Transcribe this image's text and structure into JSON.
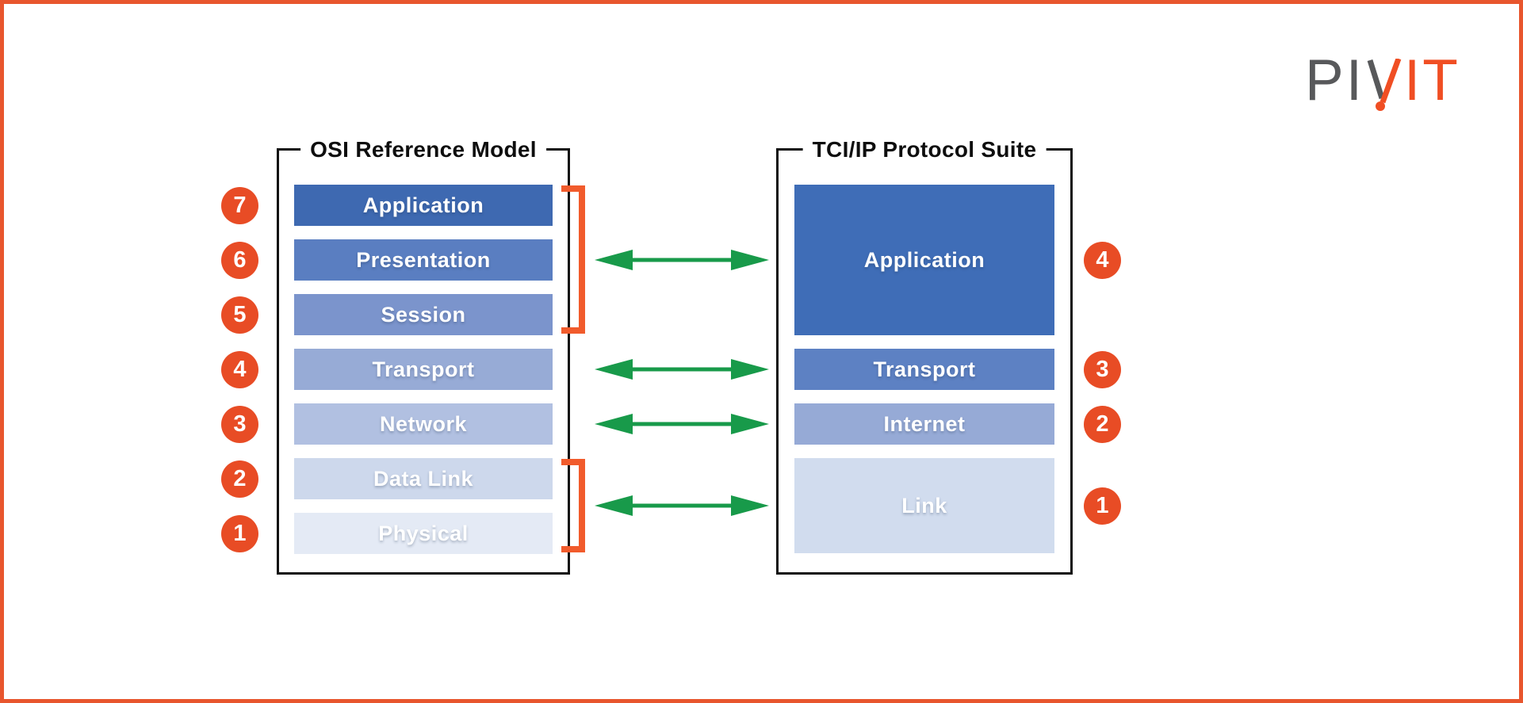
{
  "frame": {
    "border_color": "#e8562e",
    "background": "#ffffff"
  },
  "logo": {
    "left_text": "PI",
    "right_text": "IT",
    "gray_color": "#58595b",
    "accent_color": "#f04e23"
  },
  "accent": {
    "badge_color": "#e84c25",
    "bracket_color": "#f15b2c",
    "arrow_color": "#189a4a",
    "box_border_color": "#111111",
    "title_color": "#0e0e0e"
  },
  "osi": {
    "title": "OSI Reference Model",
    "layers": [
      {
        "num": "7",
        "label": "Application",
        "color": "#3e69b1"
      },
      {
        "num": "6",
        "label": "Presentation",
        "color": "#5a7ec1"
      },
      {
        "num": "5",
        "label": "Session",
        "color": "#7b94cc"
      },
      {
        "num": "4",
        "label": "Transport",
        "color": "#97abd6"
      },
      {
        "num": "3",
        "label": "Network",
        "color": "#b1c0e1"
      },
      {
        "num": "2",
        "label": "Data Link",
        "color": "#cdd8ec"
      },
      {
        "num": "1",
        "label": "Physical",
        "color": "#e4eaf5"
      }
    ]
  },
  "tcpip": {
    "title": "TCI/IP Protocol Suite",
    "layers": [
      {
        "num": "4",
        "label": "Application",
        "color": "#3f6db7"
      },
      {
        "num": "3",
        "label": "Transport",
        "color": "#5d81c3"
      },
      {
        "num": "2",
        "label": "Internet",
        "color": "#96aad6"
      },
      {
        "num": "1",
        "label": "Link",
        "color": "#d1dcee"
      }
    ]
  }
}
